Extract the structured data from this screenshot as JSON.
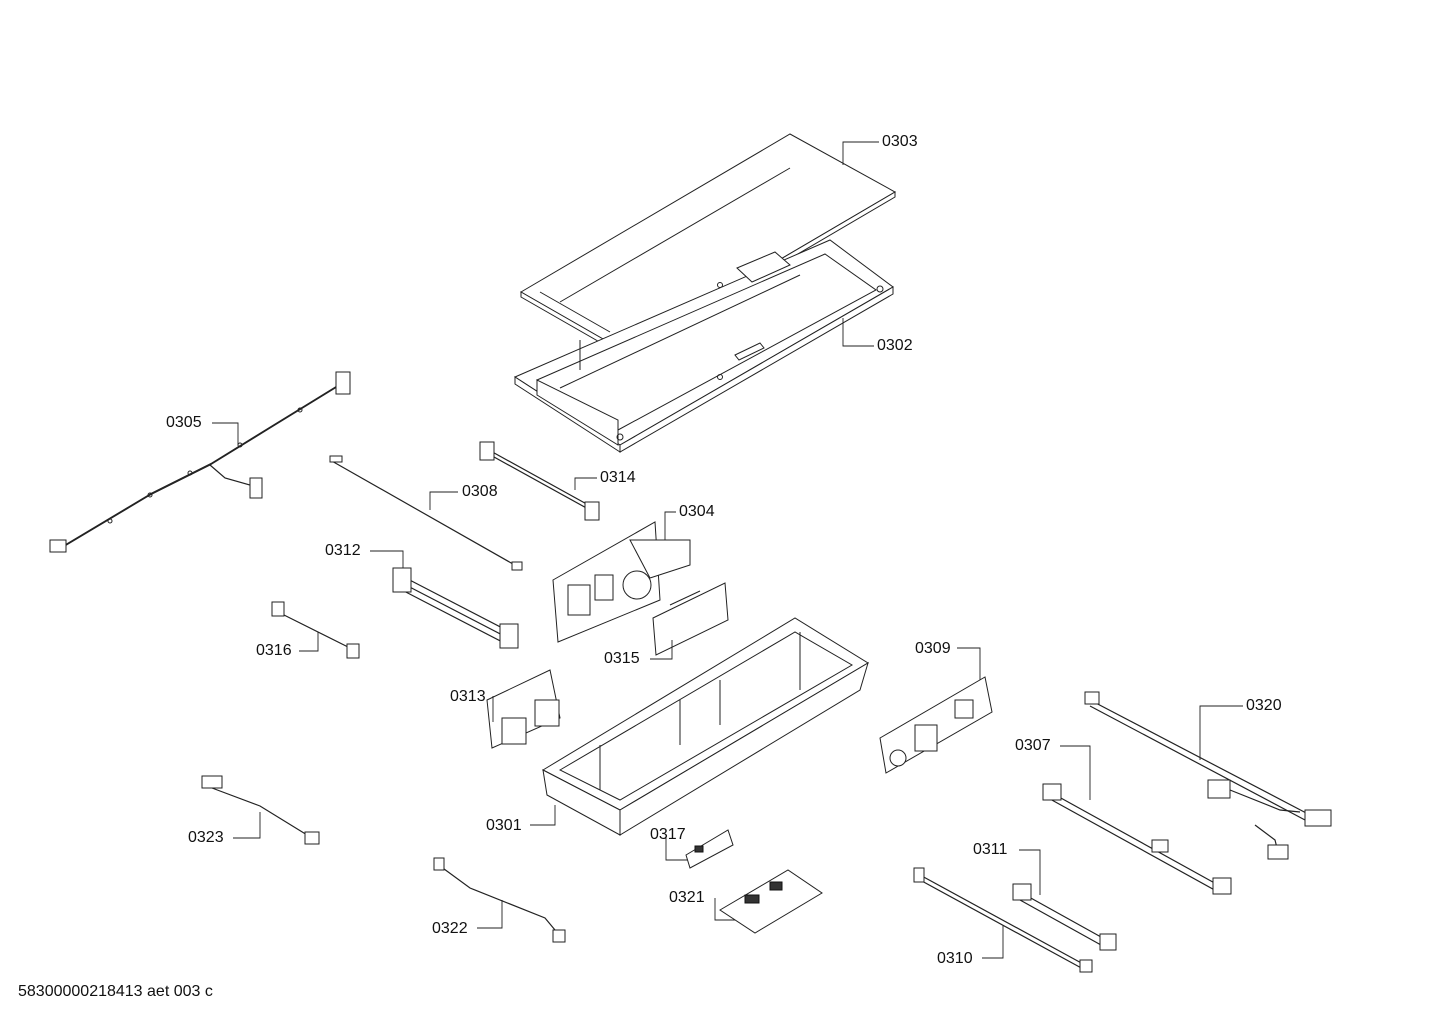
{
  "labels": {
    "p0301": "0301",
    "p0302": "0302",
    "p0303": "0303",
    "p0304": "0304",
    "p0305": "0305",
    "p0307": "0307",
    "p0308": "0308",
    "p0309": "0309",
    "p0310": "0310",
    "p0311": "0311",
    "p0312": "0312",
    "p0313": "0313",
    "p0314": "0314",
    "p0315": "0315",
    "p0316": "0316",
    "p0317": "0317",
    "p0320": "0320",
    "p0321": "0321",
    "p0322": "0322",
    "p0323": "0323"
  },
  "footer": "58300000218413 aet 003 c"
}
